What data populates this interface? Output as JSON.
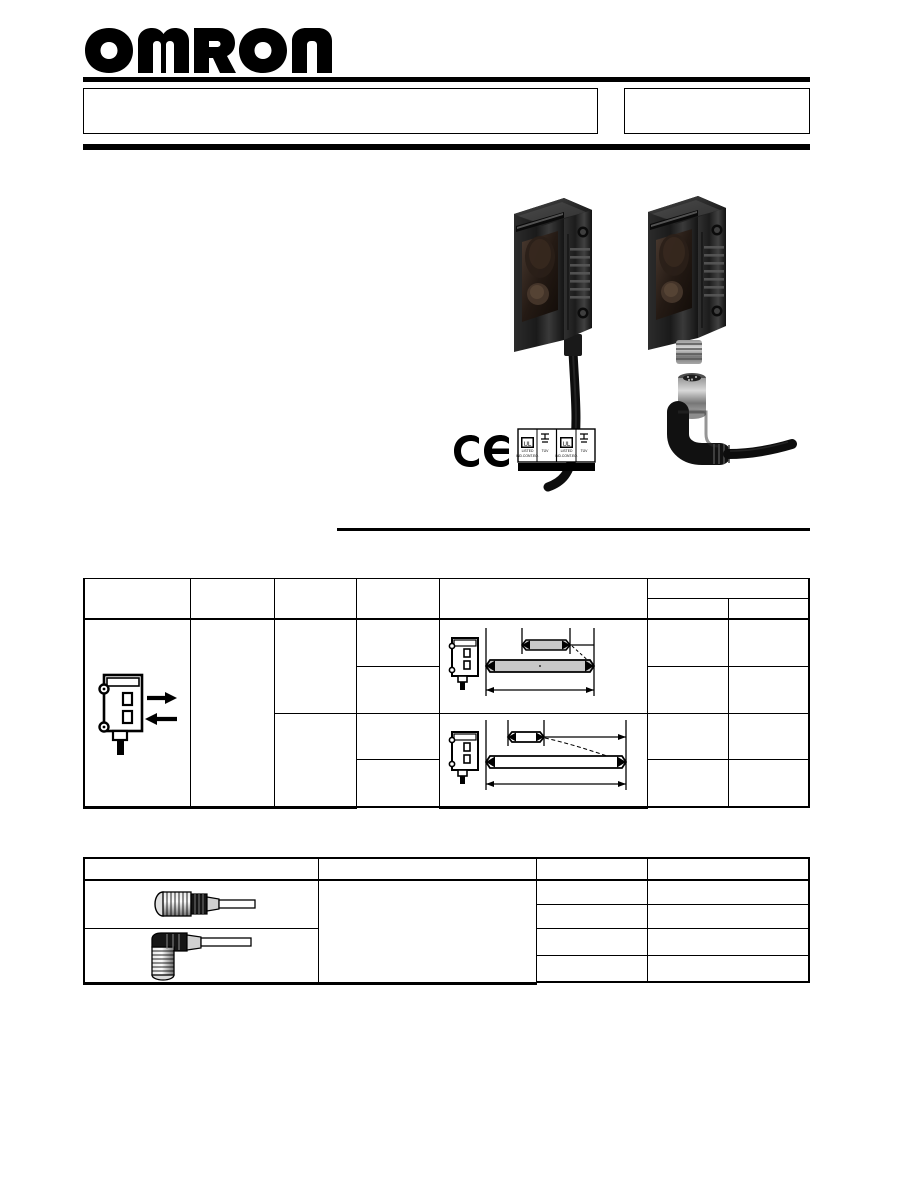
{
  "document": {
    "brand": "OMRON",
    "title_box_text": "",
    "code_box_text": "",
    "section_rule": "horizontal-rule"
  },
  "header": {
    "logo_label": "OMRON",
    "title_panel": {
      "value": "",
      "placeholder": ""
    },
    "model_panel": {
      "value": "",
      "placeholder": ""
    }
  },
  "product_image": {
    "caption": "",
    "items": [
      {
        "name": "sensor-prewired",
        "description": "photoelectric sensor with pre-wired cable"
      },
      {
        "name": "sensor-connector",
        "description": "photoelectric sensor with M12 connector and right-angle connector cable"
      }
    ]
  },
  "certifications": {
    "ce_mark": "CE",
    "approval_marks": [
      {
        "name": "ul-mark",
        "label": ""
      },
      {
        "name": "csa-mark",
        "label": ""
      },
      {
        "name": "tuv-mark",
        "label": ""
      },
      {
        "name": "ul-second-mark",
        "label": ""
      }
    ],
    "approval_text_line1": "",
    "approval_text_line2": "",
    "approval_text_line3": ""
  },
  "main_table": {
    "headers": [
      {
        "id": "sensing-method",
        "label": ""
      },
      {
        "id": "appearance",
        "label": ""
      },
      {
        "id": "connection-method",
        "label": ""
      },
      {
        "id": "output-config",
        "label": ""
      },
      {
        "id": "sensing-distance",
        "label": ""
      },
      {
        "id": "model-group",
        "label": ""
      }
    ],
    "model_subheaders": [
      {
        "id": "model-npn",
        "label": ""
      },
      {
        "id": "model-pnp",
        "label": ""
      }
    ],
    "rows": [
      {
        "id": "row-1",
        "sensing_icon": "retro-reflective-sensor-icon",
        "appearance": "",
        "connection": "",
        "output": "",
        "diagram": "sensing-range-diagram-short",
        "model_npn": "",
        "model_pnp": ""
      },
      {
        "id": "row-2",
        "appearance": "",
        "connection": "",
        "output": "",
        "model_npn": "",
        "model_pnp": ""
      },
      {
        "id": "row-3",
        "appearance": "",
        "connection": "",
        "output": "",
        "diagram": "sensing-range-diagram-long",
        "model_npn": "",
        "model_pnp": ""
      },
      {
        "id": "row-4",
        "appearance": "",
        "connection": "",
        "output": "",
        "model_npn": "",
        "model_pnp": ""
      }
    ]
  },
  "accessories_table": {
    "headers": [
      {
        "id": "acc-appearance",
        "label": ""
      },
      {
        "id": "acc-description",
        "label": ""
      },
      {
        "id": "acc-cable-length",
        "label": ""
      },
      {
        "id": "acc-model",
        "label": ""
      }
    ],
    "rows": [
      {
        "id": "acc-row-straight",
        "icon": "straight-connector-cable-icon",
        "description": "",
        "lengths": [
          "",
          ""
        ],
        "models": [
          "",
          ""
        ]
      },
      {
        "id": "acc-row-right-angle",
        "icon": "right-angle-connector-cable-icon",
        "description": "",
        "lengths": [
          "",
          ""
        ],
        "models": [
          "",
          ""
        ]
      }
    ]
  },
  "colors": {
    "ink": "#000000",
    "paper": "#ffffff",
    "diagram_fill": "#c8c8c8"
  }
}
